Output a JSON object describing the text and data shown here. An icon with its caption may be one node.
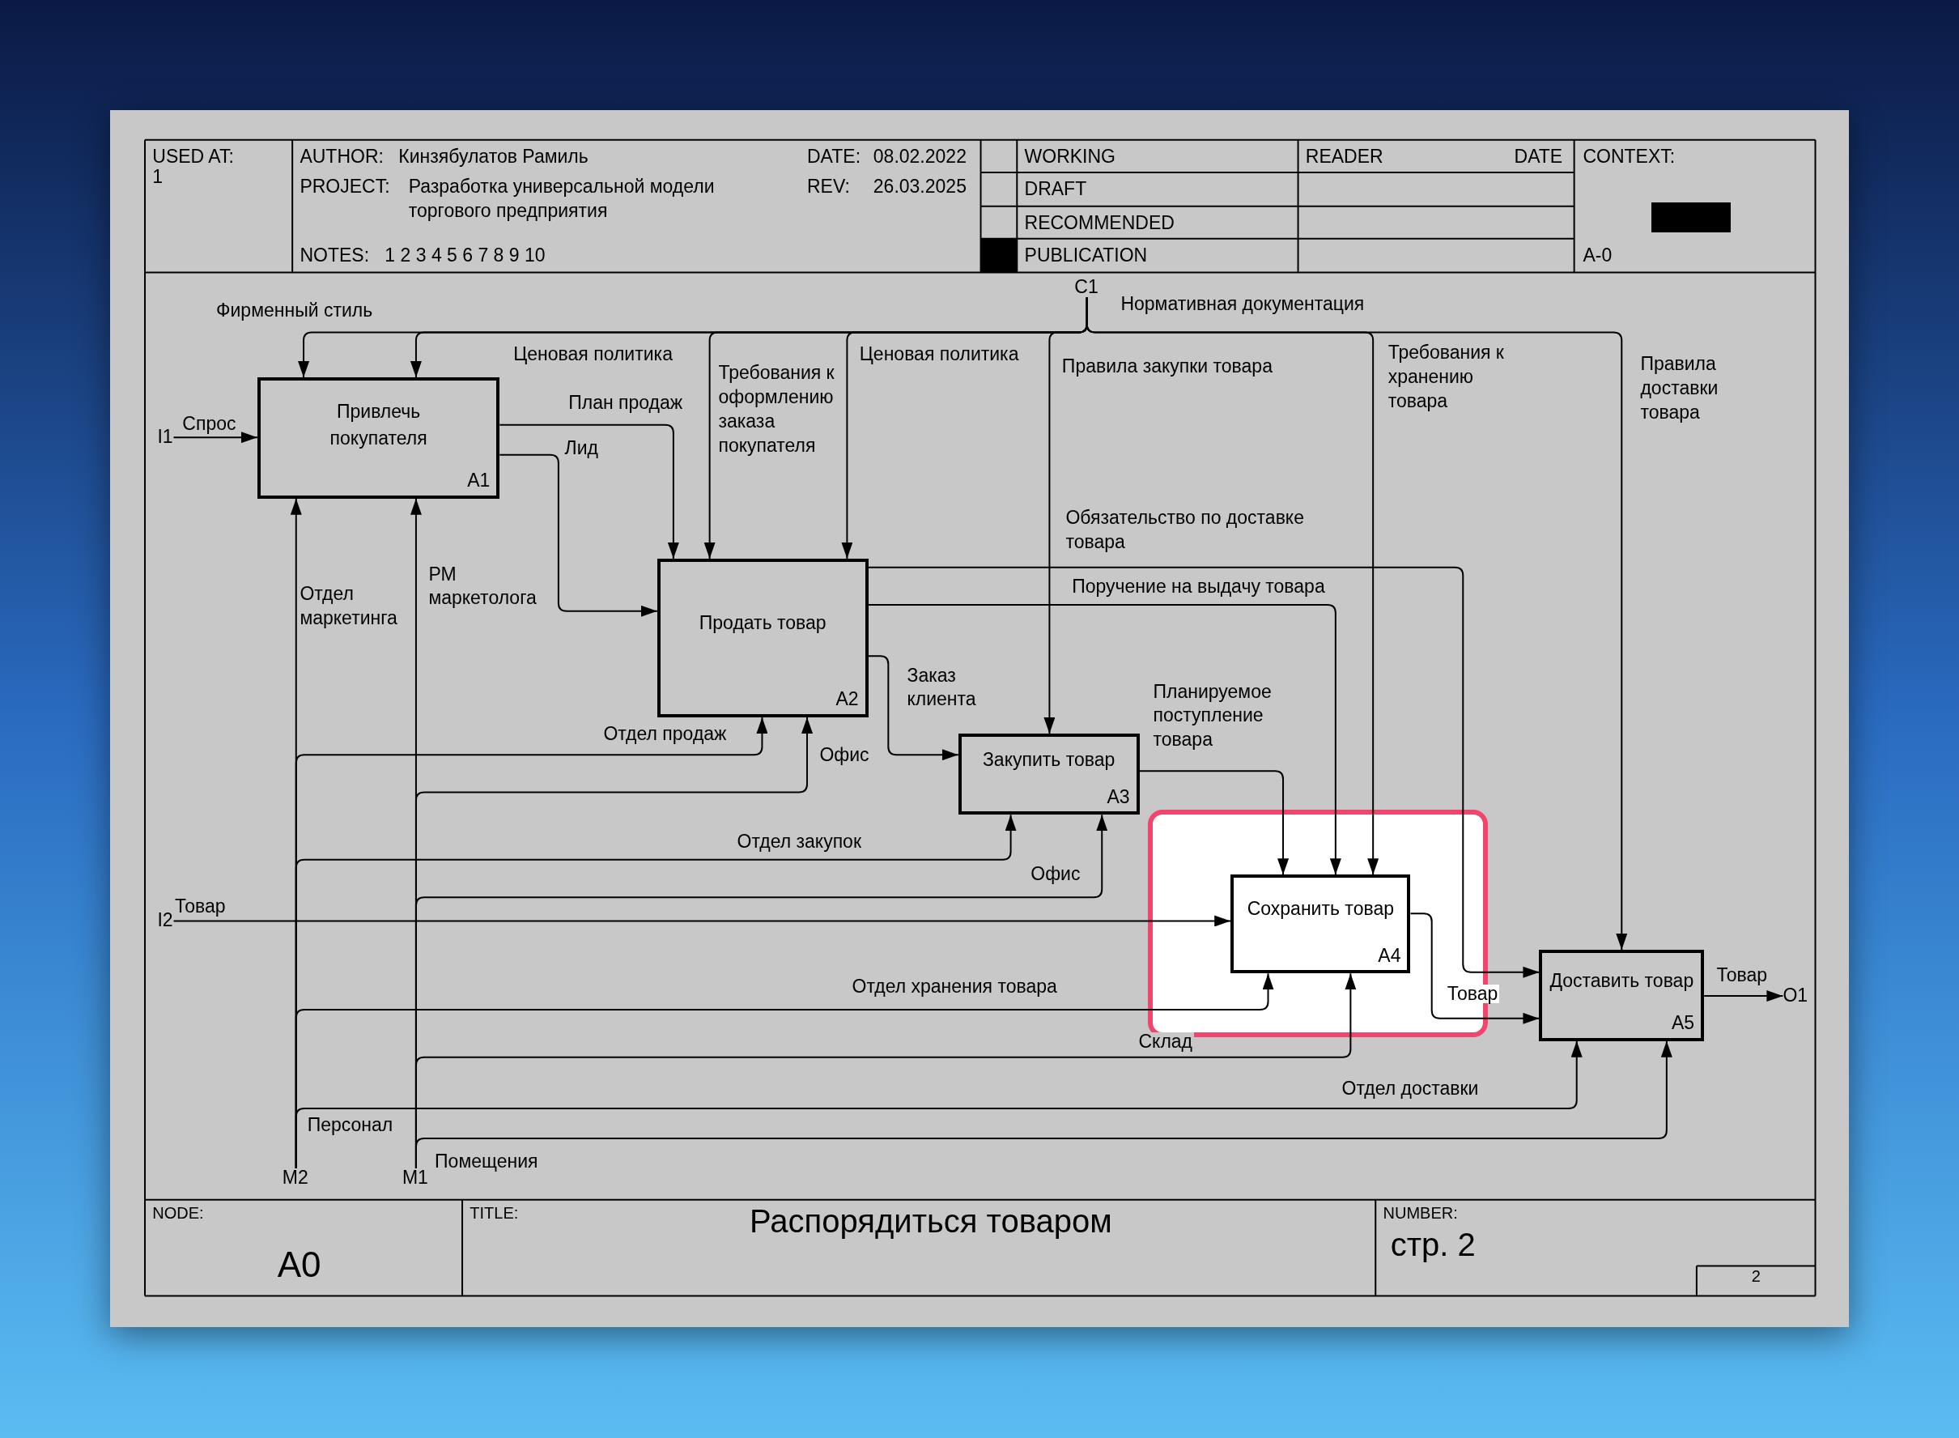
{
  "diagram": {
    "title": "Распорядиться товаром",
    "nodes": [
      {
        "text": [
          "Привлечь покупателя",
          "A1"
        ]
      },
      {
        "text": [
          "Продать товар",
          "A2"
        ]
      },
      {
        "text": [
          "Закупить товар",
          "A3"
        ]
      },
      {
        "text": [
          "Сохранить товар",
          "A4"
        ]
      },
      {
        "text": [
          "Доставить товар",
          "A5"
        ]
      },
      {
        "text": [
          "C1"
        ]
      },
      {
        "text": [
          "I1"
        ]
      },
      {
        "text": [
          "I2"
        ]
      },
      {
        "text": [
          "M2"
        ]
      },
      {
        "text": [
          "M1"
        ]
      },
      {
        "text": [
          "O1"
        ]
      },
      {
        "text": [],
        "shape": "box"
      }
    ],
    "edges": [
      {
        "from": 5,
        "to": 0,
        "arrow": "to",
        "label": "Фирменный стиль"
      },
      {
        "from": 5,
        "to": 0,
        "arrow": "to",
        "label": "Ценовая политика"
      },
      {
        "from": 5,
        "to": 1,
        "arrow": "to",
        "label": "Требования к оформлению заказа покупателя"
      },
      {
        "from": 5,
        "to": 1,
        "arrow": "to",
        "label": "Ценовая политика"
      },
      {
        "from": 5,
        "to": 2,
        "arrow": "to",
        "label": "Правила закупки товара"
      },
      {
        "from": 5,
        "to": 3,
        "arrow": "to",
        "label": "Требования к хранению товара"
      },
      {
        "from": 5,
        "to": 4,
        "arrow": "to",
        "label": "Правила доставки товара"
      },
      {
        "from": 6,
        "to": 0,
        "arrow": "to",
        "label": "Спрос"
      },
      {
        "from": 0,
        "to": 1,
        "arrow": "to",
        "label": "План продаж"
      },
      {
        "from": 0,
        "to": 1,
        "arrow": "to",
        "label": "Лид"
      },
      {
        "from": 1,
        "to": 4,
        "arrow": "to",
        "label": "Обязательство по доставке товара"
      },
      {
        "from": 1,
        "to": 3,
        "arrow": "to",
        "label": "Поручение на выдачу товара"
      },
      {
        "from": 1,
        "to": 2,
        "arrow": "to",
        "label": "Заказ клиента"
      },
      {
        "from": 2,
        "to": 3,
        "arrow": "to",
        "label": "Планируемое поступление товара"
      },
      {
        "from": 7,
        "to": 3,
        "arrow": "to",
        "label": "Товар"
      },
      {
        "from": 3,
        "to": 4,
        "arrow": "to",
        "label": "Товар"
      },
      {
        "from": 4,
        "to": 10,
        "arrow": "to",
        "label": "Товар"
      },
      {
        "from": 8,
        "to": 0,
        "arrow": "to",
        "label": "Отдел маркетинга"
      },
      {
        "from": 9,
        "to": 0,
        "arrow": "to",
        "label": "РМ маркетолога"
      },
      {
        "from": 8,
        "to": 1,
        "arrow": "to",
        "label": "Отдел продаж"
      },
      {
        "from": 9,
        "to": 1,
        "arrow": "to",
        "label": "Офис"
      },
      {
        "from": 8,
        "to": 2,
        "arrow": "to",
        "label": "Отдел закупок"
      },
      {
        "from": 9,
        "to": 2,
        "arrow": "to",
        "label": "Офис"
      },
      {
        "from": 8,
        "to": 3,
        "arrow": "to",
        "label": "Отдел хранения товара"
      },
      {
        "from": 9,
        "to": 3,
        "arrow": "to",
        "label": "Склад"
      },
      {
        "from": 8,
        "to": 4,
        "arrow": "to",
        "label": "Отдел доставки"
      },
      {
        "from": 9,
        "to": 4,
        "arrow": "to"
      }
    ],
    "labels": [
      "USED AT:",
      "1",
      "AUTHOR:",
      "Кинзябулатов Рамиль",
      "DATE:",
      "08.02.2022",
      "PROJECT:",
      "Разработка универсальной модели торгового предприятия",
      "REV:",
      "26.03.2025",
      "NOTES:",
      "1 2 3 4 5 6 7 8 9 10",
      "WORKING",
      "DRAFT",
      "RECOMMENDED",
      "PUBLICATION",
      "READER",
      "DATE",
      "CONTEXT:",
      "A-0",
      "NODE:",
      "A0",
      "TITLE:",
      "NUMBER:",
      "стр. 2",
      "2",
      "Нормативная документация",
      "Персонал",
      "Помещения"
    ]
  }
}
